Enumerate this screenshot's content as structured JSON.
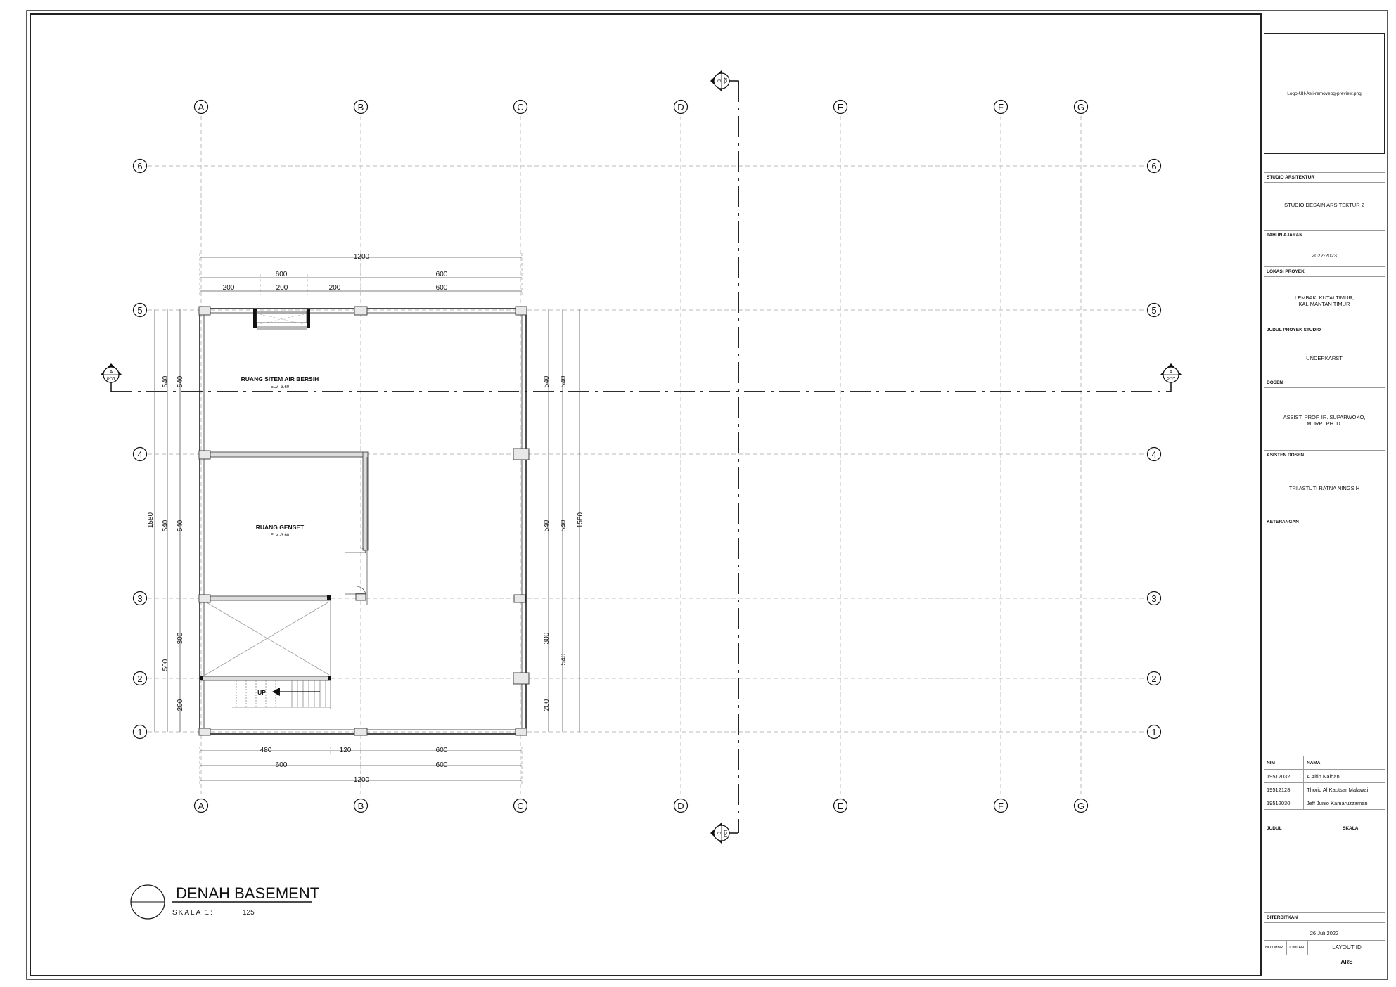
{
  "plan": {
    "title": "DENAH BASEMENT",
    "scale_label": "SKALA 1:",
    "scale_value": "125",
    "columns": [
      "A",
      "B",
      "C",
      "D",
      "E",
      "F",
      "G"
    ],
    "rows": [
      "1",
      "2",
      "3",
      "4",
      "5",
      "6"
    ],
    "rooms": [
      {
        "name": "RUANG SITEM AIR BERSIH",
        "elev": "ELV -3.60"
      },
      {
        "name": "RUANG GENSET",
        "elev": "ELV -3.60"
      }
    ],
    "stair_label": "UP",
    "dims_top": {
      "total": "1200",
      "half_left": "600",
      "half_right": "600",
      "sub1": "200",
      "sub2": "200",
      "sub3": "200",
      "sub4": "600"
    },
    "dims_bottom": {
      "sub1": "480",
      "sub2": "120",
      "sub3": "600",
      "half_left": "600",
      "half_right": "600",
      "total": "1200"
    },
    "dims_left": {
      "total": "1580",
      "a": "540",
      "b": "540",
      "c": "540",
      "d": "540",
      "e": "500",
      "f": "300",
      "g": "200"
    },
    "dims_right": {
      "a": "540",
      "b": "540",
      "c": "540",
      "d": "540",
      "e": "1580",
      "f": "300",
      "g": "540",
      "h": "200"
    },
    "section_a": {
      "letter": "A",
      "ref": "POT"
    },
    "section_b": {
      "letter": "B",
      "ref": "POT"
    }
  },
  "titleblock": {
    "logo_text": "Logo-UII-Asli-removebg-preview.png",
    "studio_hd": "STUDIO ARSITEKTUR",
    "studio_val": "STUDIO DESAIN ARSITEKTUR 2",
    "tahun_hd": "TAHUN AJARAN",
    "tahun_val": "2022-2023",
    "lokasi_hd": "LOKASI PROYEK",
    "lokasi_val1": "LEMBAK, KUTAI TIMUR,",
    "lokasi_val2": "KALIMANTAN TIMUR",
    "judul_proyek_hd": "JUDUL PROYEK STUDIO",
    "judul_proyek_val": "UNDERKARST",
    "dosen_hd": "DOSEN",
    "dosen_val1": "ASSIST. PROF. IR. SUPARWOKO,",
    "dosen_val2": "MURP., PH. D.",
    "asisten_hd": "ASISTEN DOSEN",
    "asisten_val": "TRI ASTUTI RATNA NINGSIH",
    "keterangan_hd": "KETERANGAN",
    "nim_hd": "NIM",
    "nama_hd": "NAMA",
    "students": [
      {
        "nim": "19512032",
        "nama": "A Alfin Naihan"
      },
      {
        "nim": "19512128",
        "nama": "Thoriq Al Kautsar Malawai"
      },
      {
        "nim": "19512030",
        "nama": "Jeff Junio Kamaruzzaman"
      }
    ],
    "judul_hd": "JUDUL",
    "skala_hd": "SKALA",
    "diterbitkan_hd": "DITERBITKAN",
    "diterbitkan_val": "26 Juli 2022",
    "no_lmbr": "NO LMBR",
    "jumlah": "JUMLAH",
    "layout_id": "LAYOUT ID",
    "ars": "ARS"
  }
}
